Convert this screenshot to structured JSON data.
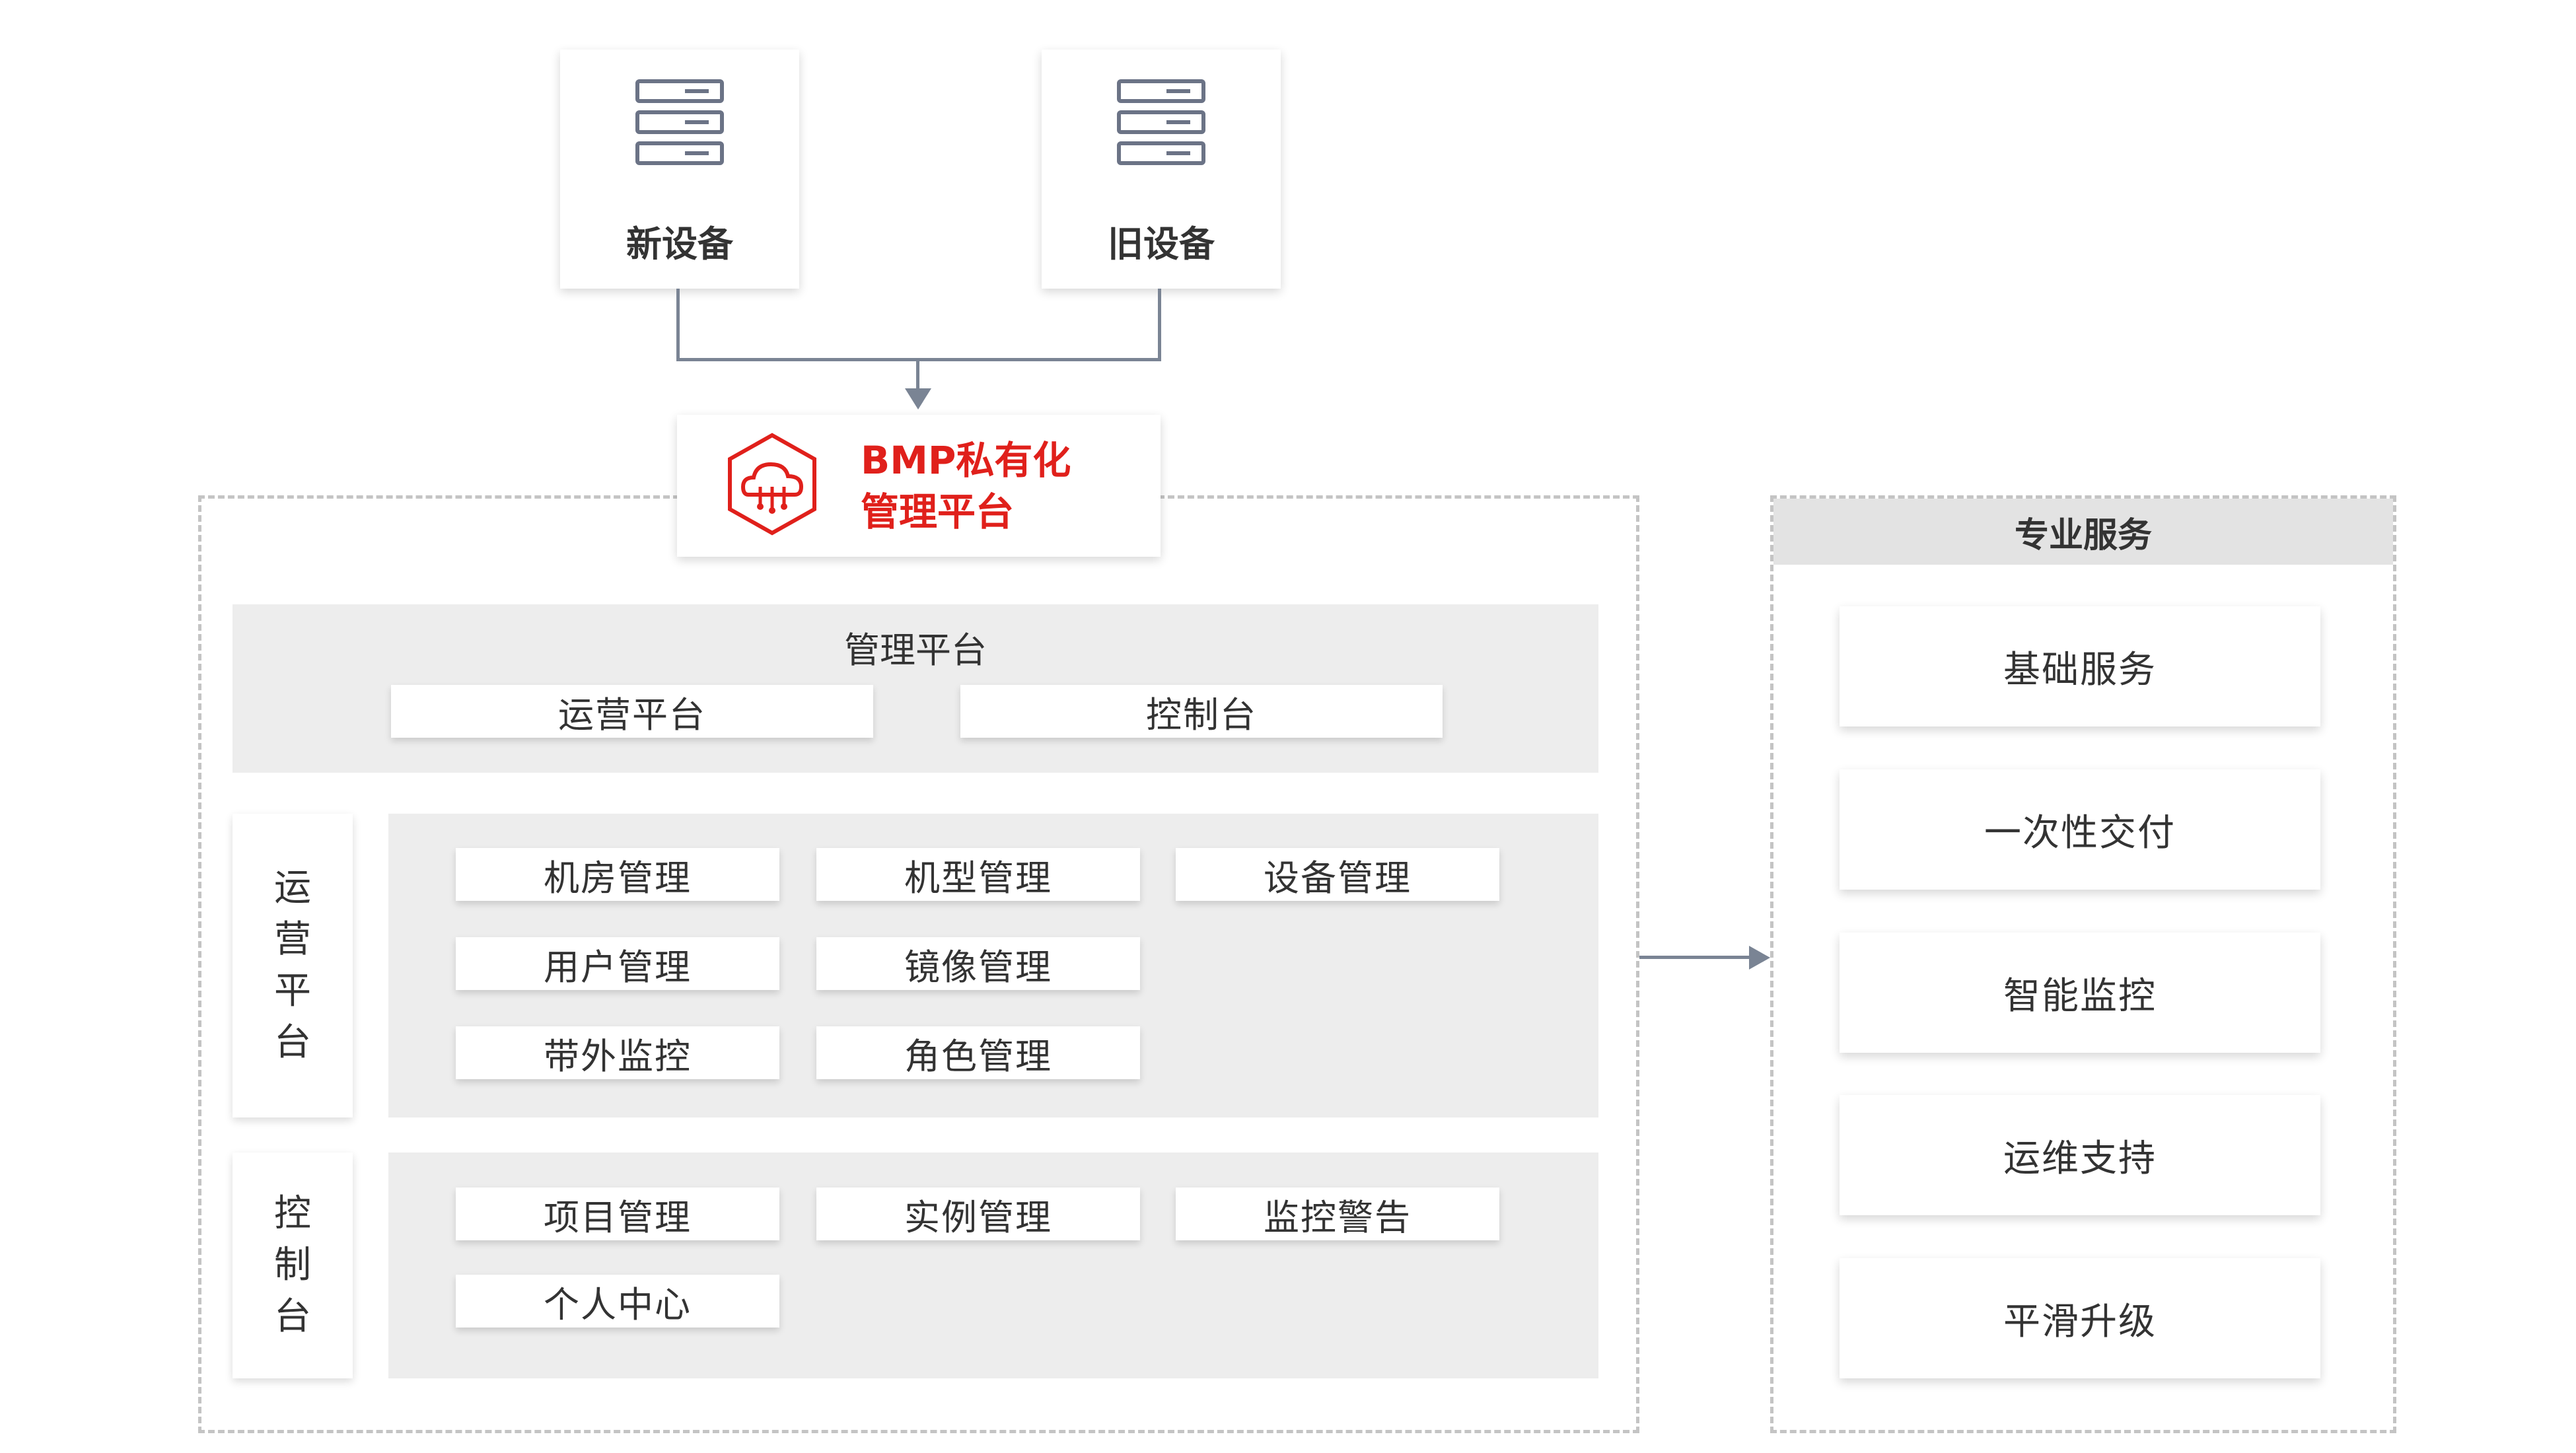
{
  "devices": {
    "new": "新设备",
    "old": "旧设备"
  },
  "bmp": {
    "line1": "BMP私有化",
    "line2": "管理平台"
  },
  "platform": {
    "title": "管理平台",
    "ops_label": "运营平台",
    "console_label": "控制台"
  },
  "ops_section": {
    "side_chars": [
      "运",
      "营",
      "平",
      "台"
    ],
    "items": [
      "机房管理",
      "机型管理",
      "设备管理",
      "用户管理",
      "镜像管理",
      "带外监控",
      "角色管理"
    ]
  },
  "console_section": {
    "side_chars": [
      "控",
      "制",
      "台"
    ],
    "items": [
      "项目管理",
      "实例管理",
      "监控警告",
      "个人中心"
    ]
  },
  "services": {
    "title": "专业服务",
    "items": [
      "基础服务",
      "一次性交付",
      "智能监控",
      "运维支持",
      "平滑升级"
    ]
  },
  "colors": {
    "brand": "#e0201b",
    "connector": "#7a8494",
    "panel": "#ededed",
    "dash": "#c4c4c4"
  }
}
